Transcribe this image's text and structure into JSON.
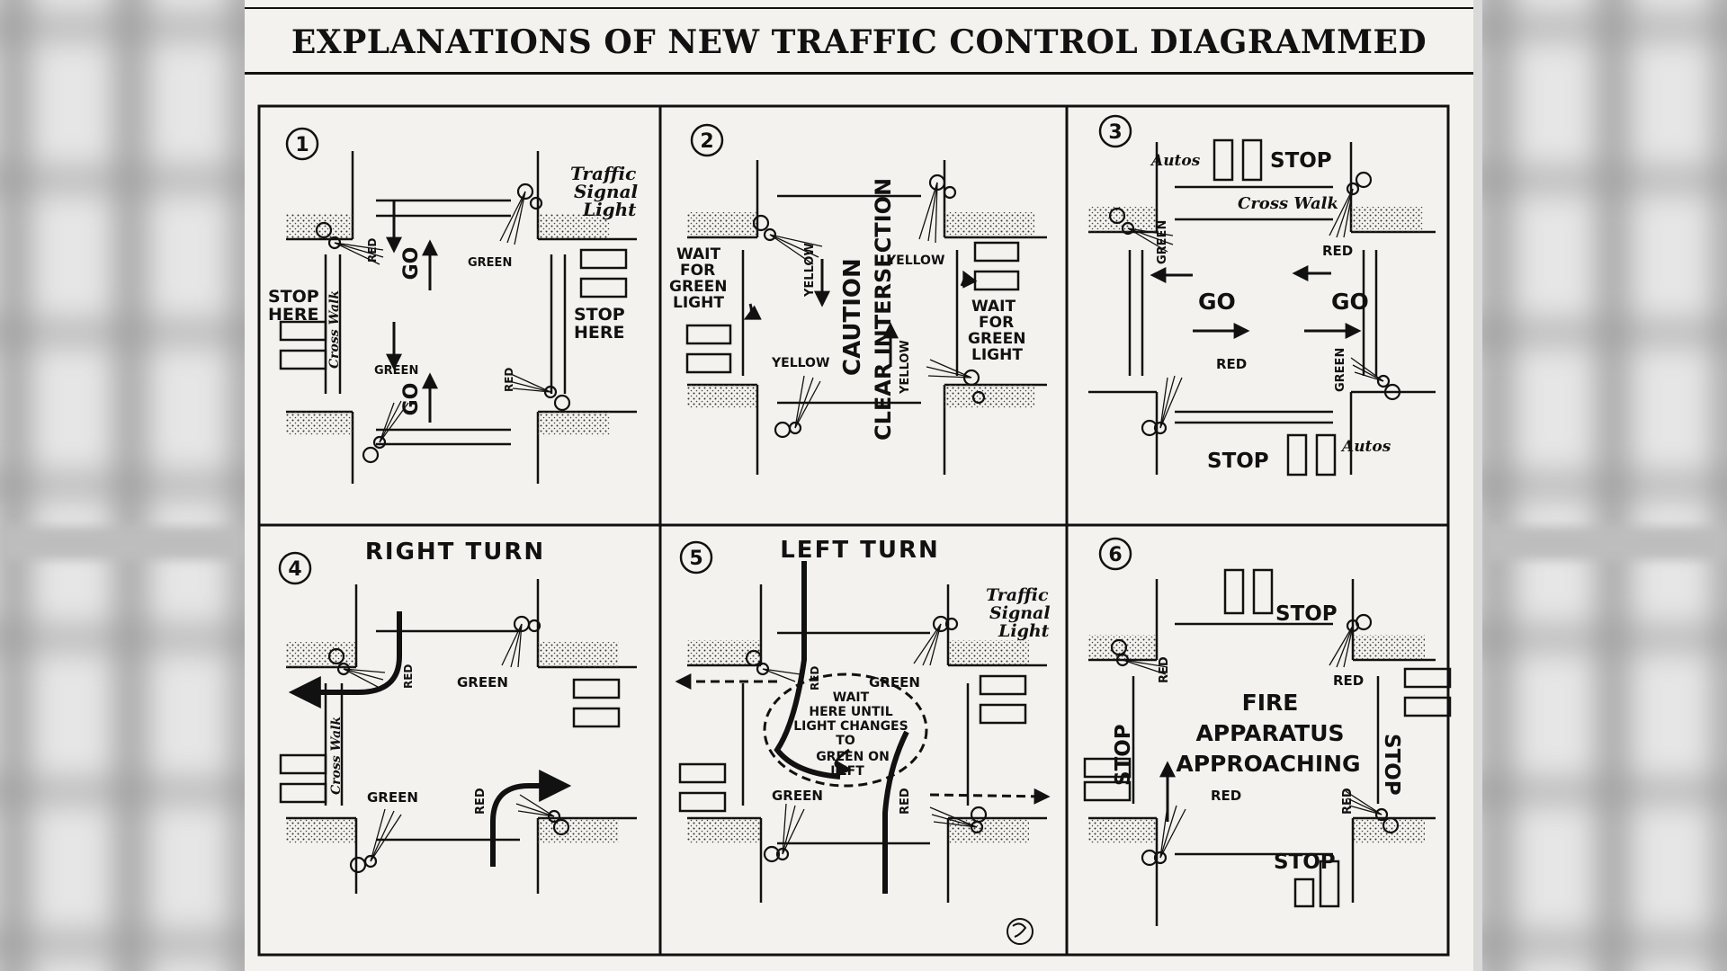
{
  "title": "EXPLANATIONS OF NEW TRAFFIC CONTROL DIAGRAMMED",
  "panels": [
    {
      "number": "1",
      "labels": {
        "traffic_signal_light": [
          "Traffic",
          "Signal",
          "Light"
        ],
        "go_top": "GO",
        "go_bottom": "GO",
        "red_top": "RED",
        "green_top": "GREEN",
        "green_bottom": "GREEN",
        "red_bottom": "RED",
        "stop_here_left": [
          "STOP",
          "HERE"
        ],
        "stop_here_right": [
          "STOP",
          "HERE"
        ],
        "cross_walk": "Cross Walk"
      }
    },
    {
      "number": "2",
      "labels": {
        "wait_left": [
          "WAIT",
          "FOR",
          "GREEN",
          "LIGHT"
        ],
        "wait_right": [
          "WAIT",
          "FOR",
          "GREEN",
          "LIGHT"
        ],
        "yellow_1": "YELLOW",
        "yellow_2": "YELLOW",
        "yellow_3": "YELLOW",
        "yellow_4": "YELLOW",
        "caution": "CAUTION",
        "clear_intersection": "CLEAR INTERSECTION"
      }
    },
    {
      "number": "3",
      "labels": {
        "autos_top": "Autos",
        "autos_bottom": "Autos",
        "stop_top": "STOP",
        "stop_bottom": "STOP",
        "cross_walk": "Cross Walk",
        "green_left": "GREEN",
        "red_right": "RED",
        "go_left": "GO",
        "go_right": "GO",
        "red_bottom": "RED",
        "green_bottom": "GREEN"
      }
    },
    {
      "number": "4",
      "heading": "RIGHT TURN",
      "labels": {
        "red_top": "RED",
        "green_top": "GREEN",
        "cross_walk": "Cross Walk",
        "green_bottom": "GREEN",
        "red_bottom": "RED"
      }
    },
    {
      "number": "5",
      "heading": "LEFT TURN",
      "labels": {
        "traffic_signal_light": [
          "Traffic",
          "Signal",
          "Light"
        ],
        "red_top": "RED",
        "green_top": "GREEN",
        "wait_note": [
          "WAIT",
          "HERE UNTIL",
          "LIGHT CHANGES",
          "TO",
          "GREEN ON",
          "LEFT"
        ],
        "green_bottom": "GREEN",
        "red_bottom": "RED"
      }
    },
    {
      "number": "6",
      "labels": {
        "stop_top": "STOP",
        "stop_left": "STOP",
        "stop_right": "STOP",
        "stop_bottom": "STOP",
        "red_left": "RED",
        "red_right": "RED",
        "red_bottom_left": "RED",
        "red_bottom_right": "RED",
        "fire": [
          "FIRE",
          "APPARATUS",
          "APPROACHING"
        ]
      }
    }
  ]
}
